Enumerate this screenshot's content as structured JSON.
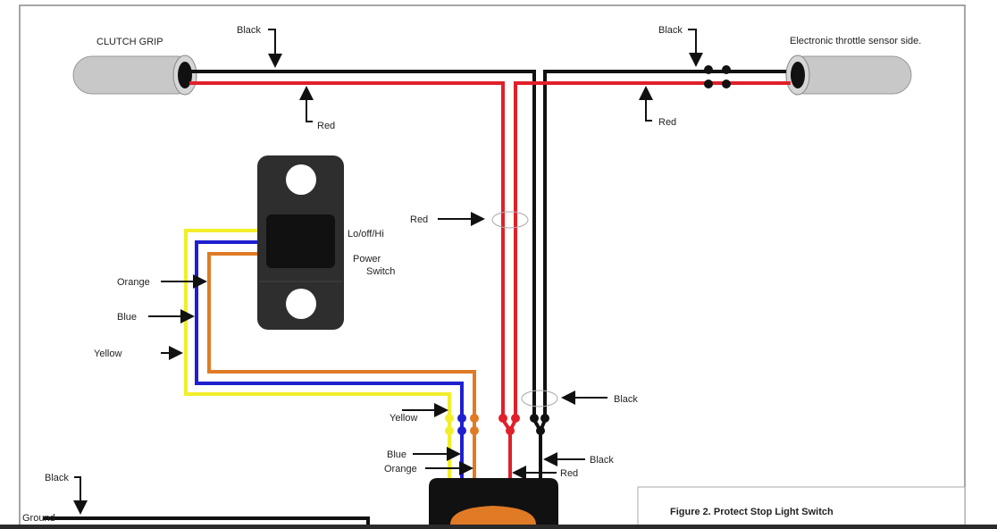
{
  "colors": {
    "black_wire": "#111111",
    "red_wire": "#e0202a",
    "yellow_wire": "#f2ee2a",
    "blue_wire": "#1f1fd0",
    "orange_wire": "#e07a25",
    "grip": "#c8c8c8",
    "controller_accent": "#e07a25"
  },
  "labels": {
    "clutch_grip": "CLUTCH GRIP",
    "throttle_side": "Electronic throttle sensor side.",
    "black_top_left": "Black",
    "red_top_left": "Red",
    "black_top_right": "Black",
    "red_top_right": "Red",
    "switch_mode": "Lo/off/Hi",
    "switch_name_1": "Power",
    "switch_name_2": "Switch",
    "red_mid": "Red",
    "black_mid": "Black",
    "orange_left": "Orange",
    "blue_left": "Blue",
    "yellow_left": "Yellow",
    "yellow_bottom": "Yellow",
    "blue_bottom": "Blue",
    "orange_bottom": "Orange",
    "black_bottom": "Black",
    "red_bottom": "Red",
    "black_ground": "Black",
    "ground": "Ground",
    "figure_caption": "Figure 2. Protect Stop Light Switch"
  }
}
